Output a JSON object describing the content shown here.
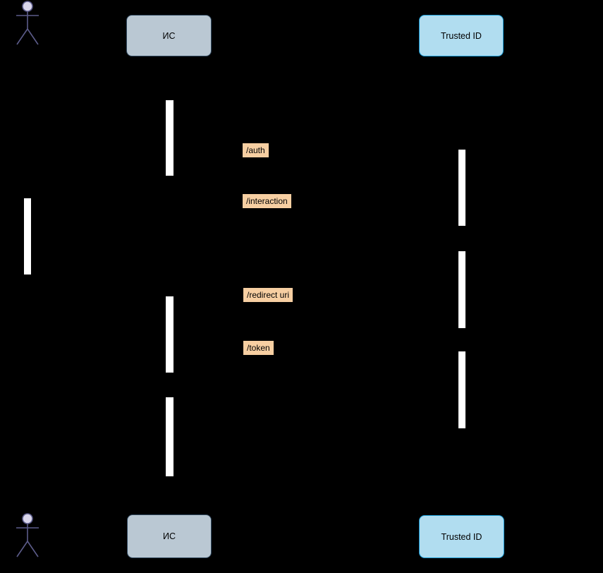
{
  "diagram": {
    "kind": "uml-sequence-diagram",
    "background_color": "#000000",
    "participants": [
      {
        "id": "user-actor",
        "shape": "actor",
        "label": "",
        "stroke_color": "#5c5c8a",
        "head_fill": "#d9d6ea"
      },
      {
        "id": "is",
        "shape": "rounded-box",
        "label": "ИС",
        "fill": "#bac8d3",
        "border_color": "#30485e"
      },
      {
        "id": "trusted-id",
        "shape": "rounded-box",
        "label": "Trusted ID",
        "fill": "#b1ddf0",
        "border_color": "#1699d3"
      }
    ],
    "message_labels": [
      {
        "id": "auth",
        "text": "/auth",
        "fill": "#f7cfa2"
      },
      {
        "id": "interaction",
        "text": "/interaction",
        "fill": "#f7cfa2"
      },
      {
        "id": "redirect-uri",
        "text": "/redirect uri",
        "fill": "#f7cfa2"
      },
      {
        "id": "token",
        "text": "/token",
        "fill": "#f7cfa2"
      }
    ],
    "activation_bar_color": "#ffffff"
  }
}
